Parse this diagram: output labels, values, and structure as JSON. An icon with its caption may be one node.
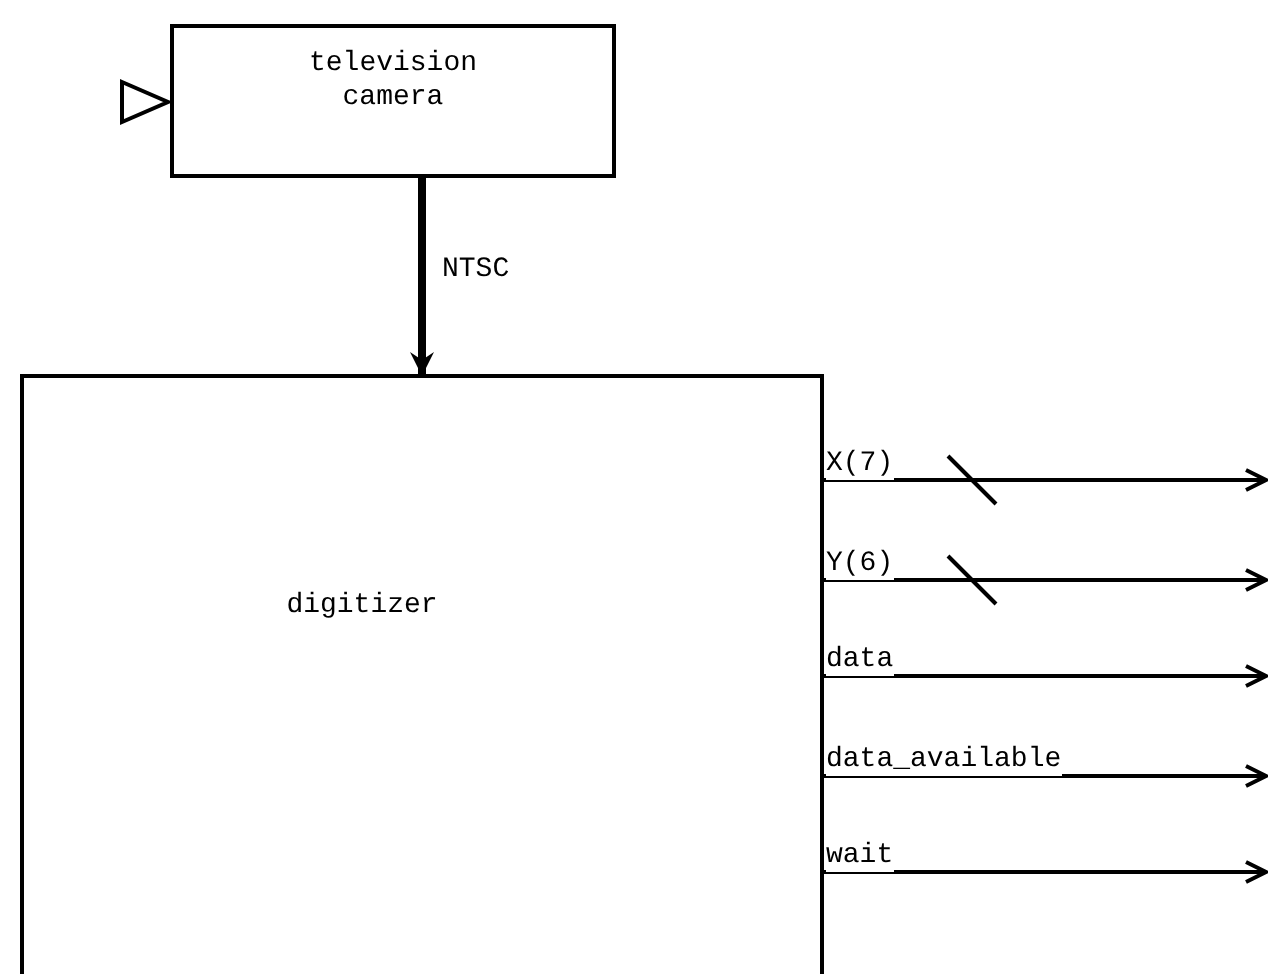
{
  "diagram": {
    "nodes": [
      {
        "text": [
          "television camera"
        ]
      },
      {
        "text": [
          "digitizer"
        ]
      }
    ],
    "edges": [
      {
        "from": 0,
        "to": 1,
        "arrow": "to",
        "label": "NTSC",
        "style": "thick"
      },
      {
        "from": 1,
        "to": null,
        "arrow": "to",
        "label": "X(7)"
      },
      {
        "from": 1,
        "to": null,
        "arrow": "to",
        "label": "Y(6)"
      },
      {
        "from": 1,
        "to": null,
        "arrow": "to",
        "label": "data"
      },
      {
        "from": 1,
        "to": null,
        "arrow": "to",
        "label": "data_available"
      },
      {
        "from": 1,
        "to": null,
        "arrow": "to",
        "label": "wait"
      }
    ]
  }
}
